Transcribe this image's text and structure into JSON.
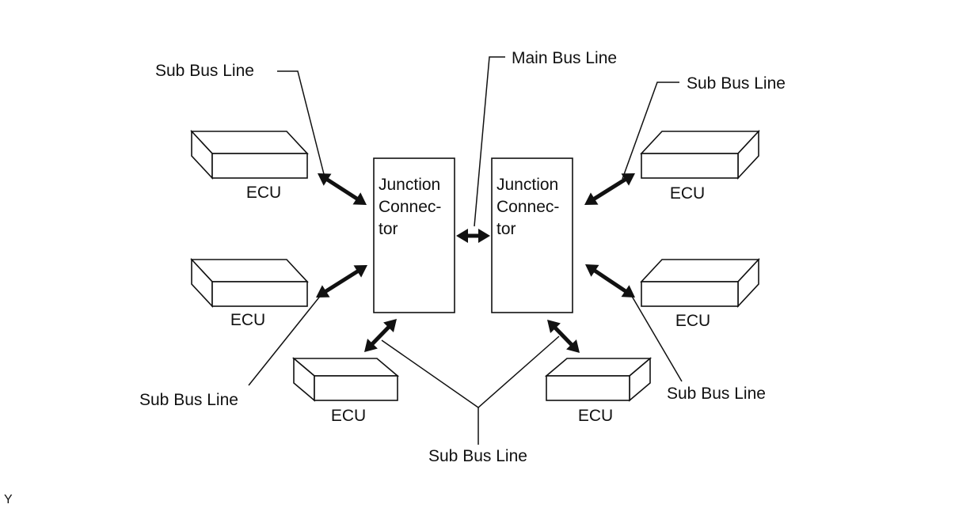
{
  "diagram": {
    "ecu_label": "ECU",
    "junction_connector_lines": [
      "Junction",
      "Connec-",
      "tor"
    ],
    "main_bus_label": "Main Bus Line",
    "sub_bus_label": "Sub Bus Line",
    "corner_mark": "Y"
  }
}
